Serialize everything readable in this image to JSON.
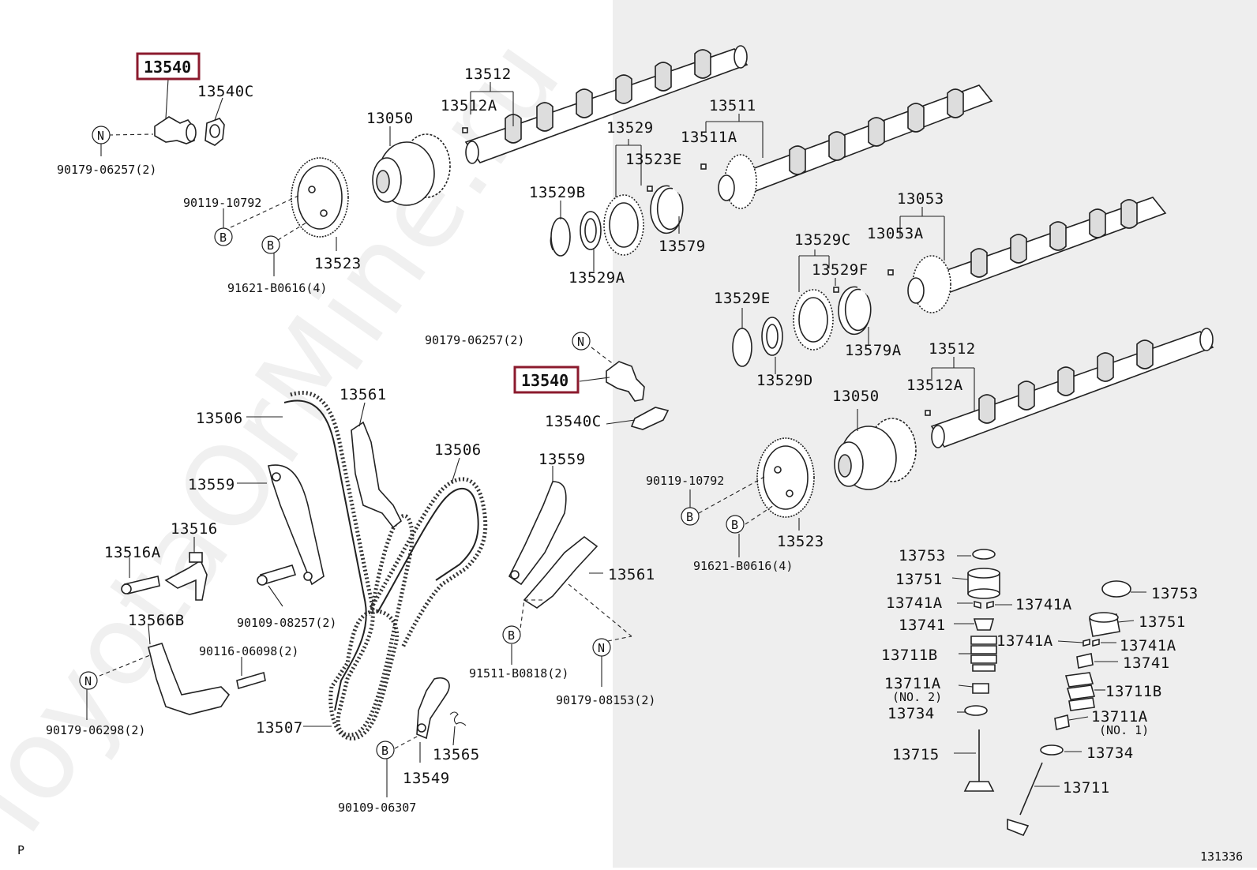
{
  "diagram_id": "131336",
  "page_marker": "P",
  "watermark": "ToyotaOrMine.ru",
  "highlight_color": "#8b1a2d",
  "highlighted_part": "13540",
  "labels": {
    "l13540a": "13540",
    "l13540c_a": "13540C",
    "l90179_06257_a": "90179-06257(2)",
    "l13512_a": "13512",
    "l13512a_a": "13512A",
    "l13050_a": "13050",
    "l13511": "13511",
    "l13511a": "13511A",
    "l13529": "13529",
    "l13523e": "13523E",
    "l90119_10792_a": "90119-10792",
    "l13529b": "13529B",
    "l13579": "13579",
    "l13523_a": "13523",
    "l91621_a": "91621-B0616(4)",
    "l13529a": "13529A",
    "l13053": "13053",
    "l13053a": "13053A",
    "l13529c": "13529C",
    "l13529f": "13529F",
    "l13529e": "13529E",
    "l13579a": "13579A",
    "l13529d": "13529D",
    "l90179_06257_b": "90179-06257(2)",
    "l13540b": "13540",
    "l13540c_b": "13540C",
    "l13512_b": "13512",
    "l13512a_b": "13512A",
    "l13050_b": "13050",
    "l13506_a": "13506",
    "l13561_a": "13561",
    "l13506_b": "13506",
    "l13559_a": "13559",
    "l13559_b": "13559",
    "l90119_10792_b": "90119-10792",
    "l13516": "13516",
    "l13516a": "13516A",
    "l13561_b": "13561",
    "l13523_b": "13523",
    "l91621_b": "91621-B0616(4)",
    "l90109_08257": "90109-08257(2)",
    "l13566b": "13566B",
    "l90116_06098": "90116-06098(2)",
    "l91511": "91511-B0818(2)",
    "l90179_08153": "90179-08153(2)",
    "l90179_06298": "90179-06298(2)",
    "l13507": "13507",
    "l13565": "13565",
    "l13549": "13549",
    "l90109_06307": "90109-06307",
    "l13753_a": "13753",
    "l13751_a": "13751",
    "l13741a_1": "13741A",
    "l13741a_2": "13741A",
    "l13741_a": "13741",
    "l13711b_a": "13711B",
    "l13711a_a": "13711A",
    "l_no2": "(NO. 2)",
    "l13734_a": "13734",
    "l13715": "13715",
    "l13753_b": "13753",
    "l13751_b": "13751",
    "l13741a_3": "13741A",
    "l13741a_4": "13741A",
    "l13741_b": "13741",
    "l13711b_b": "13711B",
    "l13711a_b": "13711A",
    "l_no1": "(NO. 1)",
    "l13734_b": "13734",
    "l13711": "13711"
  },
  "markers": {
    "n": "N",
    "b": "B"
  }
}
